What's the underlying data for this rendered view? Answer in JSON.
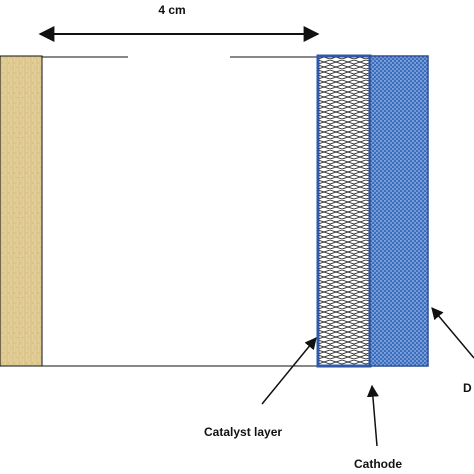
{
  "diagram": {
    "dimension_label": "4 cm",
    "labels": {
      "catalyst_layer": "Catalyst layer",
      "cathode": "Cathode",
      "partial_right": "D"
    },
    "colors": {
      "anode_fill": "#e3cf98",
      "anode_grain": "#c8ab66",
      "catalyst_outline": "#2f59a8",
      "cathode_fill": "#3a6ec0",
      "cathode_dots": "#dbe6f7",
      "line": "#111111"
    }
  }
}
